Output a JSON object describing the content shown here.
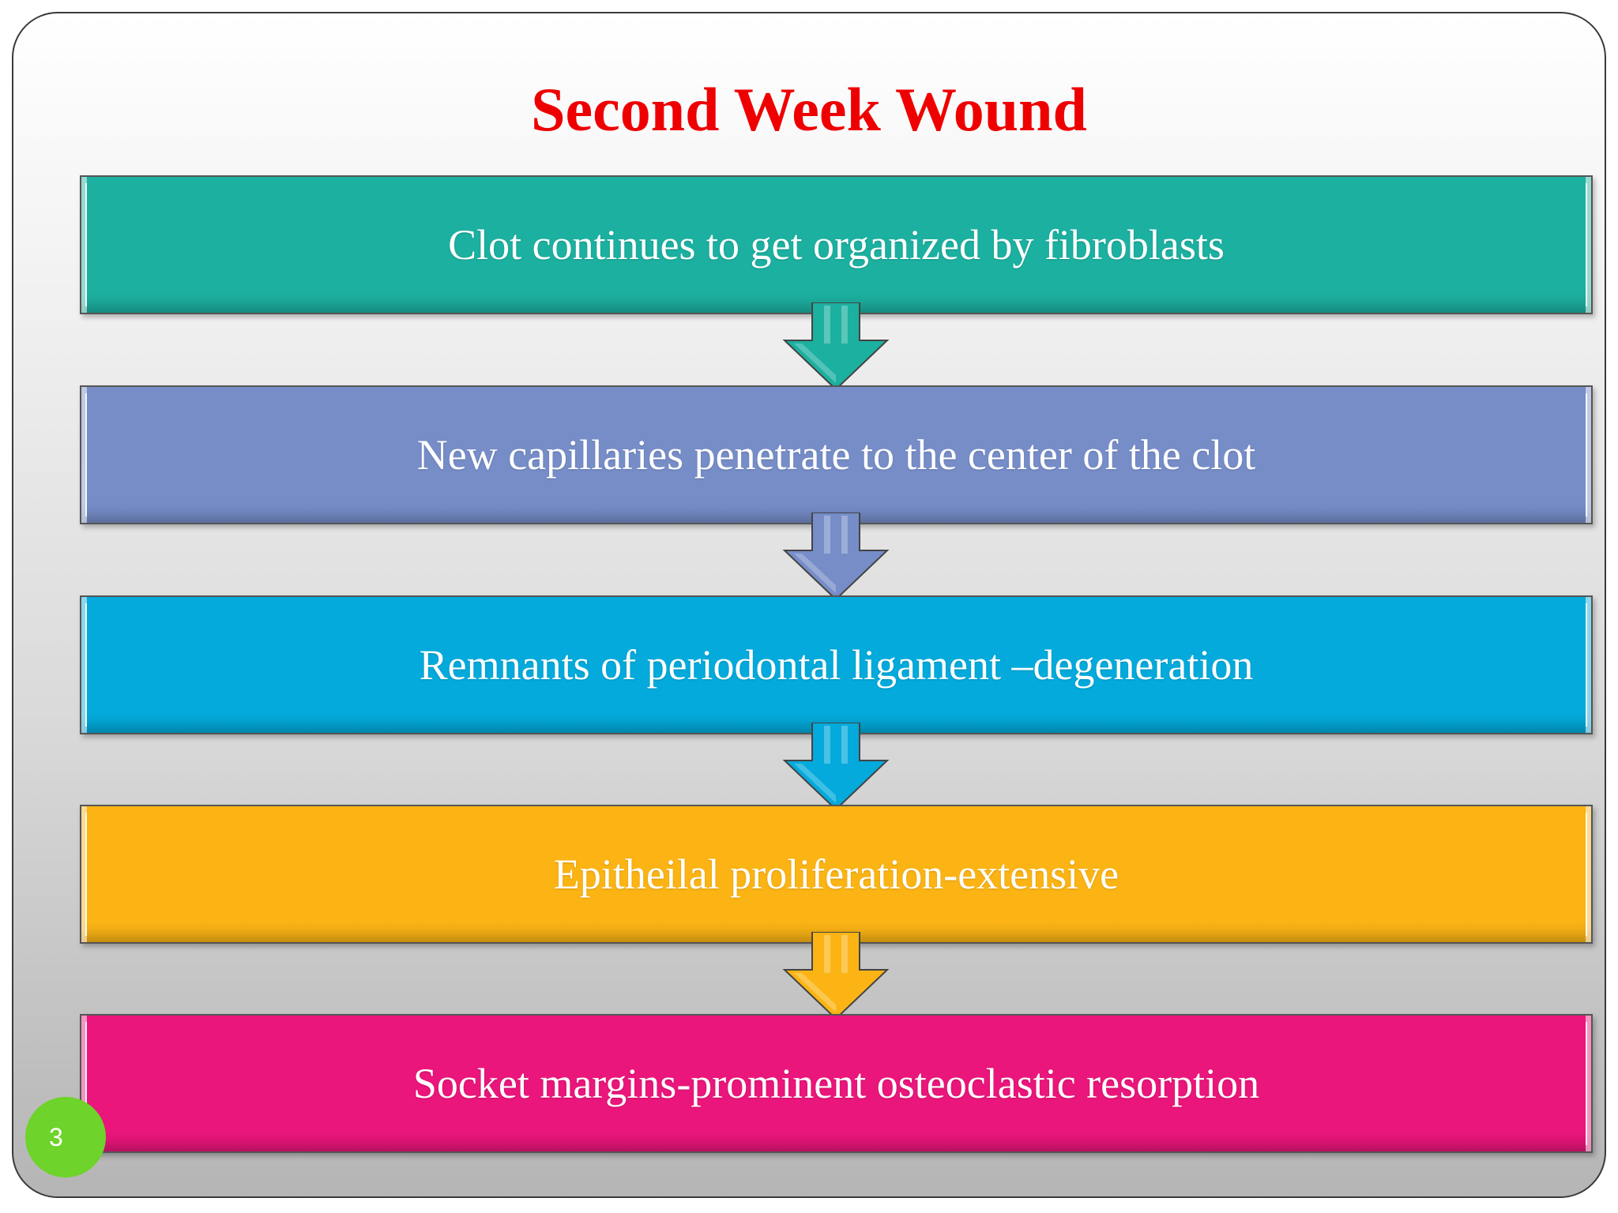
{
  "title": {
    "text": "Second Week Wound",
    "color": "#ee0000"
  },
  "page_number": "3",
  "steps": [
    {
      "text": "Clot continues to get organized by fibroblasts",
      "color": "#1cb0a0"
    },
    {
      "text": "New capillaries penetrate to the center of the clot",
      "color": "#768dc8"
    },
    {
      "text": "Remnants of periodontal ligament –degeneration",
      "color": "#03aadb"
    },
    {
      "text": "Epitheilal proliferation-extensive",
      "color": "#fbb414"
    },
    {
      "text": "Socket margins-prominent osteoclastic resorption",
      "color": "#ea167b"
    }
  ]
}
